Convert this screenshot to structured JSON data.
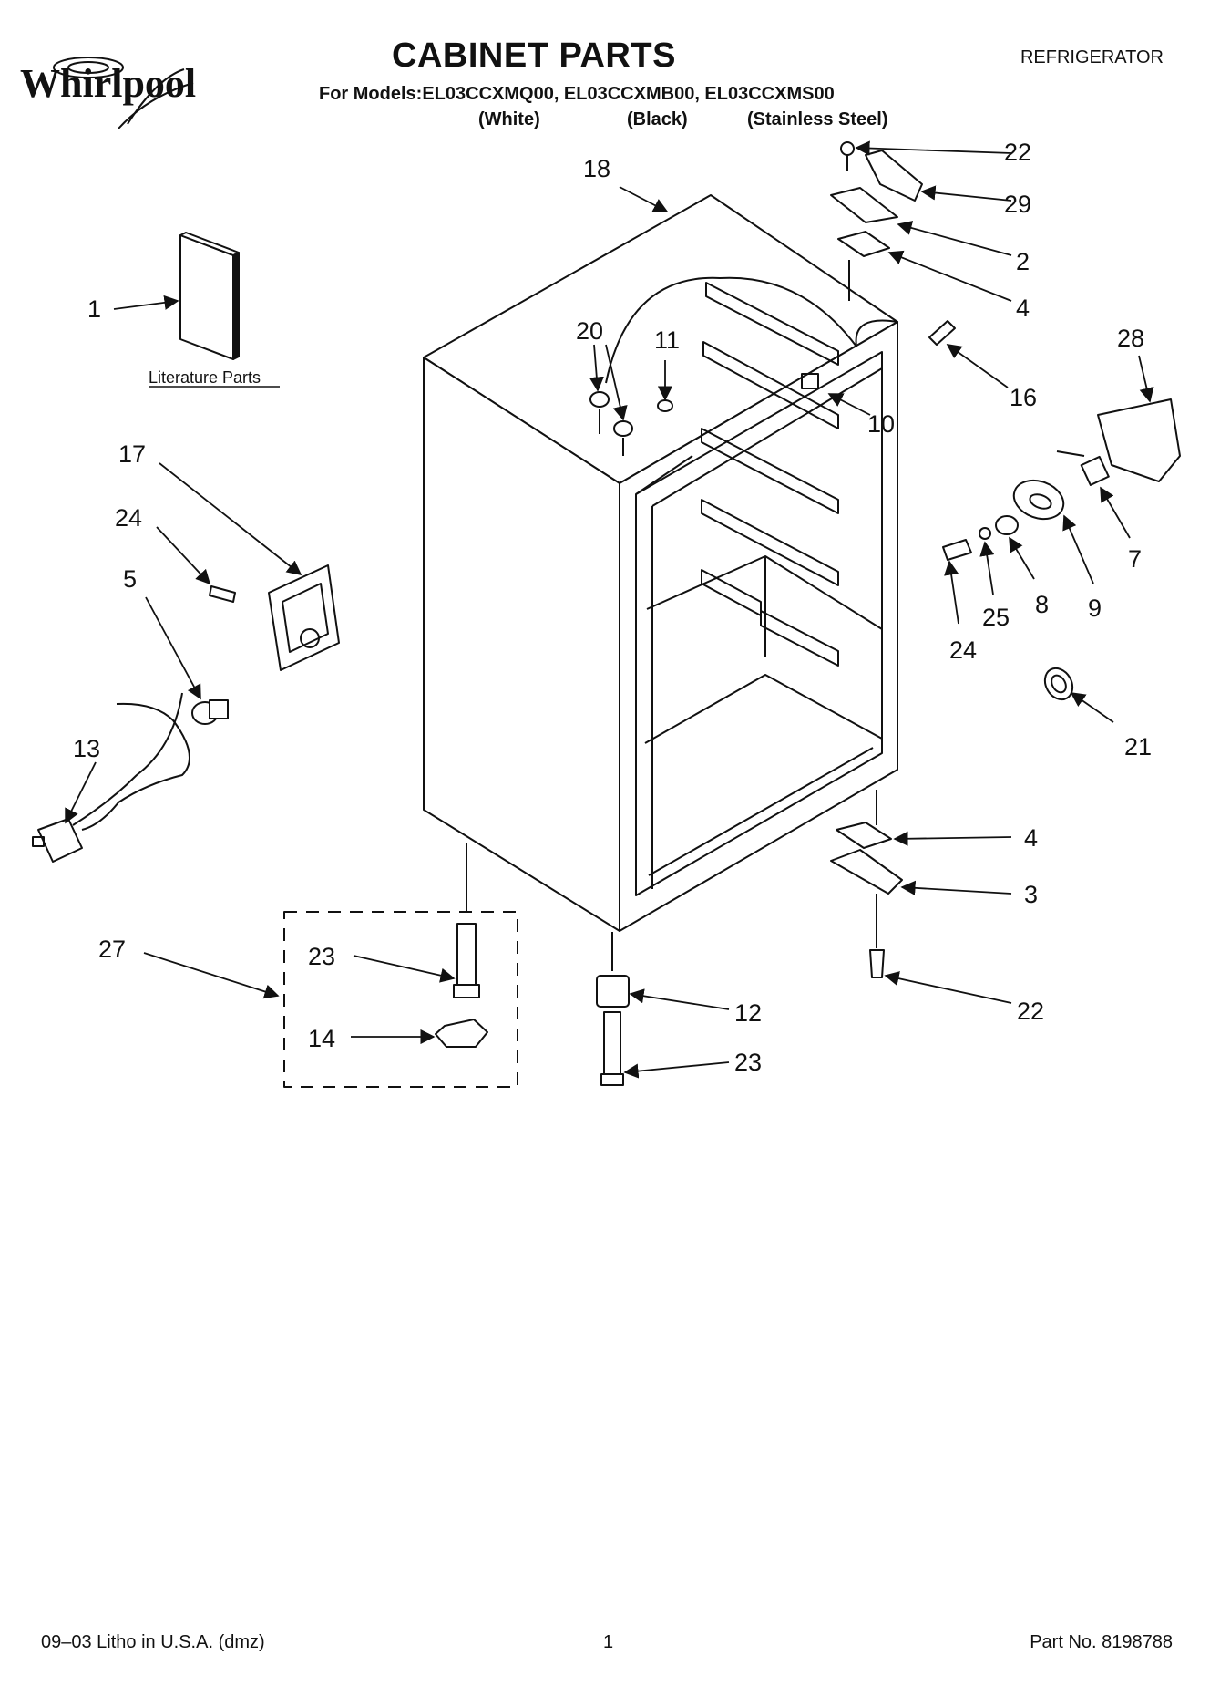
{
  "header": {
    "brand": "Whirlpool",
    "title": "CABINET PARTS",
    "category": "REFRIGERATOR",
    "models_line": "For Models:EL03CCXMQ00, EL03CCXMB00, EL03CCXMS00",
    "variants": [
      "(White)",
      "(Black)",
      "(Stainless Steel)"
    ]
  },
  "diagram": {
    "literature_label": "Literature Parts",
    "callouts": {
      "c1": "1",
      "c18": "18",
      "c22_top": "22",
      "c29": "29",
      "c2": "2",
      "c4_top": "4",
      "c16": "16",
      "c28": "28",
      "c20": "20",
      "c11": "11",
      "c10": "10",
      "c17": "17",
      "c24_left": "24",
      "c5": "5",
      "c13": "13",
      "c7": "7",
      "c9": "9",
      "c8": "8",
      "c25": "25",
      "c24_right": "24",
      "c21": "21",
      "c4_bottom": "4",
      "c3": "3",
      "c22_bottom": "22",
      "c27": "27",
      "c23_left": "23",
      "c14": "14",
      "c12": "12",
      "c23_right": "23"
    }
  },
  "footer": {
    "litho": "09–03 Litho in U.S.A. (dmz)",
    "page": "1",
    "part_no": "Part No. 8198788"
  }
}
